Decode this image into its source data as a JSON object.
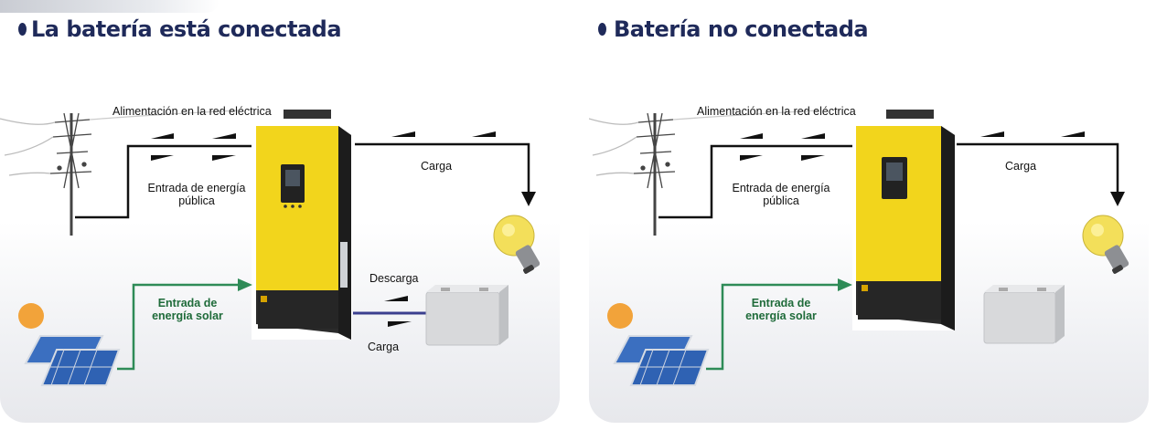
{
  "panels": [
    {
      "title": "La batería está conectada",
      "labels": {
        "grid_supply": "Alimentación en la red eléctrica",
        "grid_input_line1": "Entrada de energía",
        "grid_input_line2": "pública",
        "load": "Carga",
        "solar_input_line1": "Entrada de",
        "solar_input_line2": "energía solar",
        "discharge": "Descarga",
        "charge": "Carga"
      },
      "battery_connected": true
    },
    {
      "title": "Batería no conectada",
      "labels": {
        "grid_supply": "Alimentación en la red eléctrica",
        "grid_input_line1": "Entrada de energía",
        "grid_input_line2": "pública",
        "load": "Carga",
        "solar_input_line1": "Entrada de",
        "solar_input_line2": "energía solar"
      },
      "battery_connected": false
    }
  ],
  "colors": {
    "title": "#1f2a5a",
    "inverter_body": "#f2d51c",
    "inverter_side": "#2b2b2b",
    "solar_line": "#2e8b57",
    "battery_line": "#3b3f8f",
    "flow_lines": "#111111",
    "bulb_glass": "#f3df5a",
    "sun": "#f2a33a"
  }
}
